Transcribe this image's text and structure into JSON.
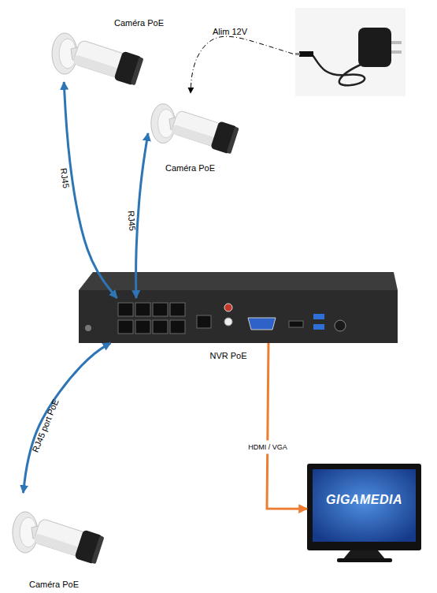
{
  "diagram": {
    "nodes": [
      {
        "text": [
          "Caméra PoE"
        ]
      },
      {
        "text": []
      },
      {
        "text": [
          "Caméra PoE"
        ]
      },
      {
        "text": [
          "NVR PoE"
        ]
      },
      {
        "text": [
          "GIGAMEDIA"
        ]
      },
      {
        "text": [
          "Caméra PoE"
        ]
      }
    ],
    "edges": [
      {
        "from": 1,
        "to": 2,
        "arrow": "to",
        "label": "Alim 12V"
      },
      {
        "from": 0,
        "to": 3,
        "arrow": "both",
        "label": "RJ45"
      },
      {
        "from": 2,
        "to": 3,
        "arrow": "both",
        "label": "RJ45"
      },
      {
        "from": 5,
        "to": 3,
        "arrow": "both",
        "label": "RJ45 port PoE"
      },
      {
        "from": 3,
        "to": 4,
        "arrow": "to",
        "label": "HDMI / VGA"
      }
    ]
  }
}
